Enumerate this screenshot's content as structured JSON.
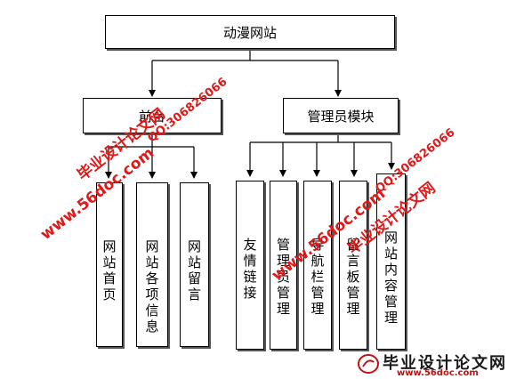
{
  "diagram": {
    "root": "动漫网站",
    "front_module": "前台",
    "admin_module": "管理员模块",
    "front_items": [
      "网站首页",
      "网站各项信息",
      "网站留言"
    ],
    "admin_items": [
      "友情链接",
      "管理员管理",
      "导航栏管理",
      "留言板管理",
      "网站内容管理"
    ]
  },
  "watermarks": {
    "name": "毕业设计论文网",
    "qq": "QQ:306826066",
    "site": "www.56doc.com"
  },
  "logo": {
    "name": "毕业设计论文网",
    "url": "www.56doc.com"
  }
}
